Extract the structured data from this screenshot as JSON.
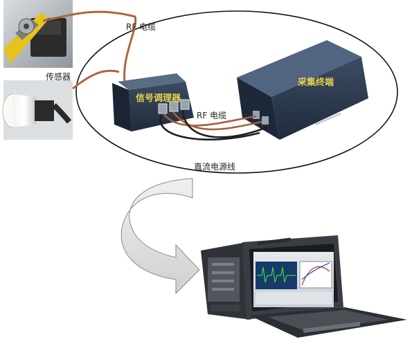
{
  "labels": {
    "rf_cable_top": "RF 电缆",
    "sensor": "传感器",
    "signal_conditioner": "信号调理器",
    "rf_cable_mid": "RF 电缆",
    "acquisition_terminal": "采集终端",
    "dc_power_line": "直流电源线"
  }
}
